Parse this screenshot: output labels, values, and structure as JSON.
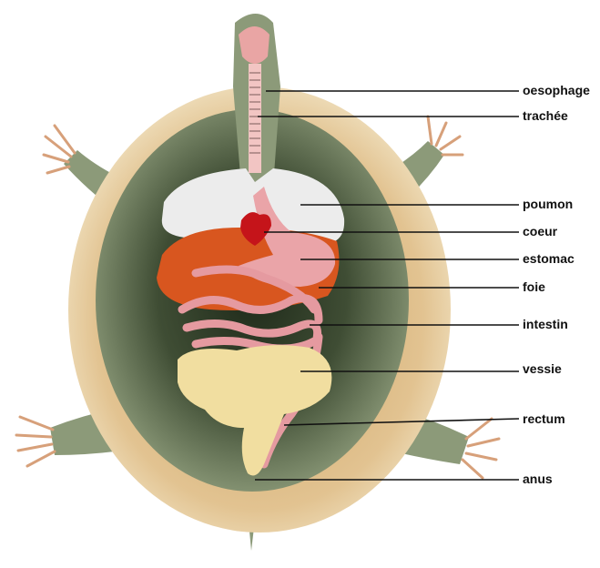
{
  "labels": {
    "oesophage": "oesophage",
    "trachee": "trachée",
    "poumon": "poumon",
    "coeur": "coeur",
    "estomac": "estomac",
    "foie": "foie",
    "intestin": "intestin",
    "vessie": "vessie",
    "rectum": "rectum",
    "anus": "anus"
  },
  "colors": {
    "shell_outer": "#e7d3a8",
    "shell_rim": "#c99e5f",
    "body": "#8c9a79",
    "body_dark": "#2d3a26",
    "claws": "#d7a07a",
    "lung": "#ececec",
    "heart": "#c5141a",
    "stomach": "#eaa4a8",
    "liver": "#d8561f",
    "intestine": "#e59aa0",
    "bladder": "#f1dea0",
    "trachea": "#f2c5c3",
    "line": "#111111"
  }
}
